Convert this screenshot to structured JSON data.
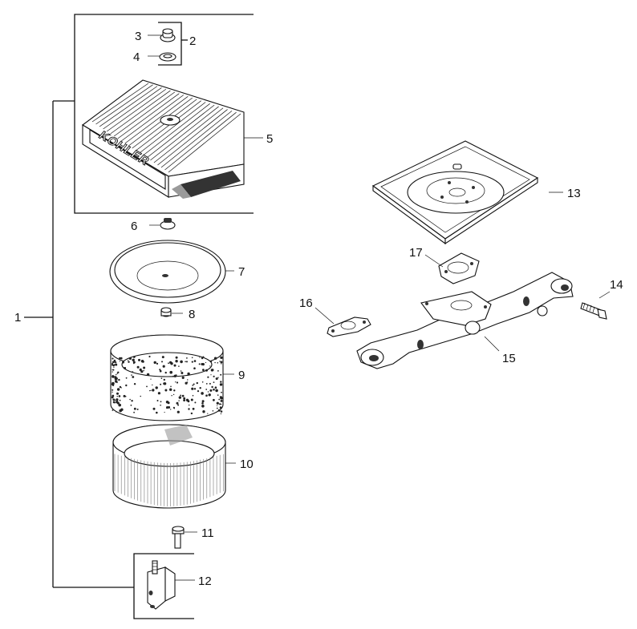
{
  "diagram": {
    "callouts": {
      "c1": "1",
      "c2": "2",
      "c3": "3",
      "c4": "4",
      "c5": "5",
      "c6": "6",
      "c7": "7",
      "c8": "8",
      "c9": "9",
      "c10": "10",
      "c11": "11",
      "c12": "12",
      "c13": "13",
      "c14": "14",
      "c15": "15",
      "c16": "16",
      "c17": "17"
    },
    "cover_brand": "KOHLER"
  }
}
